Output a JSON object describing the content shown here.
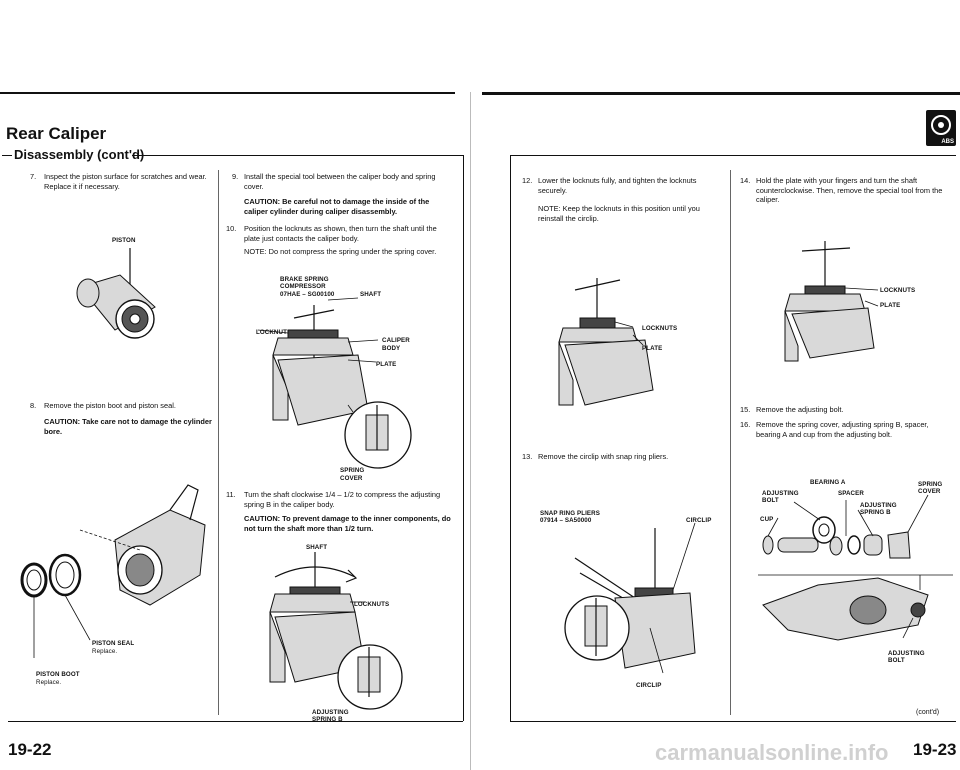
{
  "left_page": {
    "title": "Rear Caliper",
    "subtitle": "Disassembly (cont'd)",
    "page_number": "19-22",
    "steps": [
      {
        "num": "7.",
        "text": "Inspect the piston surface for scratches and wear. Replace it if necessary."
      },
      {
        "num": "8.",
        "text": "Remove the piston boot and piston seal."
      },
      {
        "num": "9.",
        "text": "Install the special tool between the caliper body and spring cover."
      },
      {
        "num": "10.",
        "text": "Position the locknuts as shown, then turn the shaft until the plate just contacts the caliper body."
      },
      {
        "num": "11.",
        "text": "Turn the shaft clockwise 1/4 – 1/2 to compress the adjusting spring B in the caliper body."
      }
    ],
    "caution_8": "CAUTION: Take care not to damage the cylinder bore.",
    "caution_9": "CAUTION: Be careful not to damage the inside of the caliper cylinder during caliper disassembly.",
    "note_10": "NOTE: Do not compress the spring under the spring cover.",
    "caution_11": "CAUTION: To prevent damage to the inner components, do not turn the shaft more than 1/2 turn.",
    "labels": {
      "piston": "PISTON",
      "piston_seal": "PISTON SEAL",
      "piston_seal_sub": "Replace.",
      "piston_boot": "PISTON BOOT",
      "piston_boot_sub": "Replace.",
      "brake_spring_1": "BRAKE SPRING",
      "brake_spring_2": "COMPRESSOR",
      "brake_spring_3": "07HAE – SG00100",
      "shaft": "SHAFT",
      "locknuts": "LOCKNUTS",
      "caliper_body_1": "CALIPER",
      "caliper_body_2": "BODY",
      "plate": "PLATE",
      "spring_cover_1": "SPRING",
      "spring_cover_2": "COVER",
      "shaft2": "SHAFT",
      "locknuts2": "LOCKNUTS",
      "adjusting_spring_b_1": "ADJUSTING",
      "adjusting_spring_b_2": "SPRING B"
    }
  },
  "right_page": {
    "badge": "ABS",
    "page_number": "19-23",
    "watermark": "carmanualsonline.info",
    "steps": [
      {
        "num": "12.",
        "text": "Lower the locknuts fully, and tighten the locknuts securely."
      },
      {
        "num": "13.",
        "text": "Remove the circlip with snap ring pliers."
      },
      {
        "num": "14.",
        "text": "Hold the plate with your fingers and turn the shaft counterclockwise. Then, remove the special tool from the caliper."
      },
      {
        "num": "15.",
        "text": "Remove the adjusting bolt."
      },
      {
        "num": "16.",
        "text": "Remove the spring cover, adjusting spring B, spacer, bearing A and cup from the adjusting bolt."
      }
    ],
    "note_12": "NOTE: Keep the locknuts in this position until you reinstall the circlip.",
    "cont": "(cont'd)",
    "labels": {
      "locknuts": "LOCKNUTS",
      "plate": "PLATE",
      "snap_ring_1": "SNAP RING PLIERS",
      "snap_ring_2": "07914 – SA50000",
      "circlip": "CIRCLIP",
      "circlip2": "CIRCLIP",
      "locknuts14": "LOCKNUTS",
      "plate14": "PLATE",
      "bearing_a": "BEARING A",
      "adjusting_bolt_1": "ADJUSTING",
      "adjusting_bolt_2": "BOLT",
      "spacer": "SPACER",
      "spring_cover_1": "SPRING",
      "spring_cover_2": "COVER",
      "adj_spring_b_1": "ADJUSTING",
      "adj_spring_b_2": "SPRING B",
      "cup": "CUP",
      "adjusting_bolt2_1": "ADJUSTING",
      "adjusting_bolt2_2": "BOLT"
    }
  }
}
